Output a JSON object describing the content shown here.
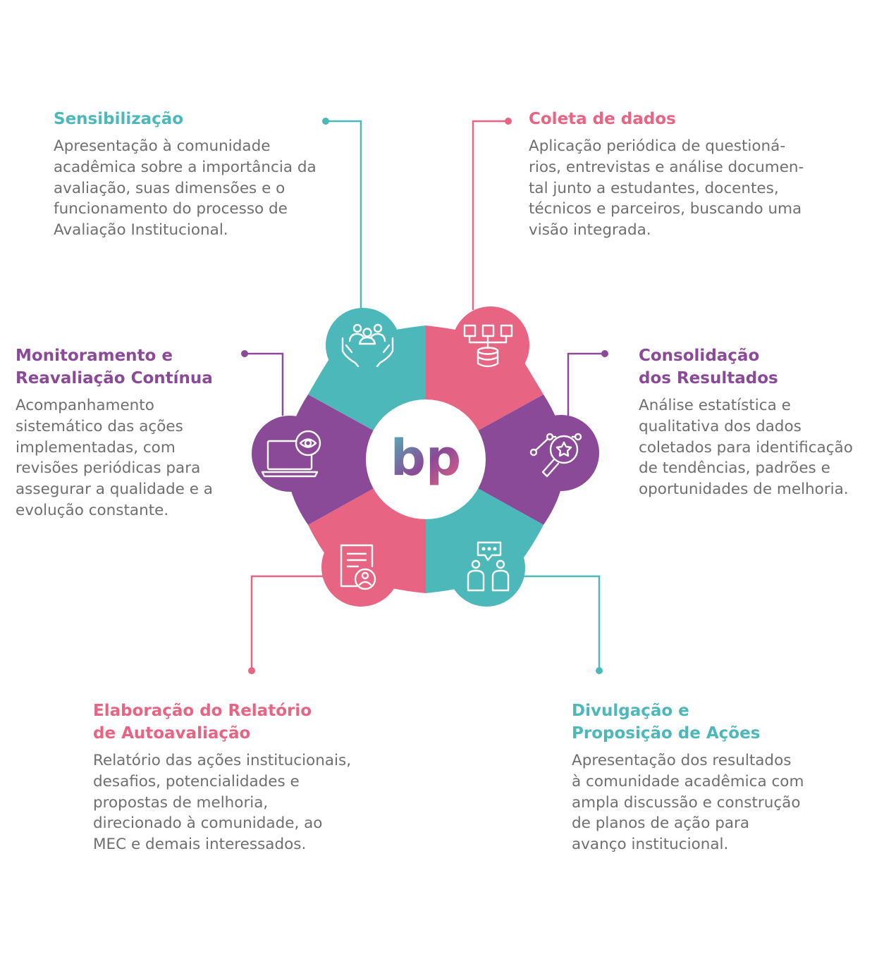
{
  "colors": {
    "teal": "#4db8ba",
    "pink": "#e76482",
    "purple": "#8a4a97",
    "text": "#6f6f6f"
  },
  "center_logo": {
    "text": "bp",
    "icon": "bp-logo-icon"
  },
  "steps": [
    {
      "id": "sensibilizacao",
      "title": "Sensibilização",
      "description": "Apresentação à comunidade\nacadêmica sobre a importância da\navaliação, suas dimensões e o\nfuncionamento do processo de\nAvaliação Institucional.",
      "icon": "community-hands-icon",
      "color": "#4db8ba"
    },
    {
      "id": "coleta",
      "title": "Coleta de dados",
      "description": "Aplicação periódica de questioná-\nrios, entrevistas e análise documen-\ntal junto a estudantes, docentes,\ntécnicos e parceiros, buscando uma\nvisão integrada.",
      "icon": "database-hierarchy-icon",
      "color": "#e76482"
    },
    {
      "id": "consolidacao",
      "title": "Consolidação\ndos Resultados",
      "description": "Análise estatística e\nqualitativa dos dados\ncoletados para identificação\nde tendências, padrões e\noportunidades de melhoria.",
      "icon": "magnifier-analytics-icon",
      "color": "#8a4a97"
    },
    {
      "id": "divulgacao",
      "title": "Divulgação e\nProposição de Ações",
      "description": "Apresentação dos resultados\nà comunidade acadêmica com\nampla discussão e construção\nde planos de ação para\navanço institucional.",
      "icon": "discussion-people-icon",
      "color": "#4db8ba"
    },
    {
      "id": "elaboracao",
      "title": "Elaboração do Relatório\nde Autoavaliação",
      "description": "Relatório das ações institucionais,\ndesafios, potencialidades e\npropostas de melhoria,\ndirecionado à comunidade, ao\nMEC e demais interessados.",
      "icon": "report-document-icon",
      "color": "#e76482"
    },
    {
      "id": "monitoramento",
      "title": "Monitoramento e\nReavaliação Contínua",
      "description": "Acompanhamento\nsistemático das ações\nimplementadas, com\nrevisões periódicas para\nassegurar a qualidade e a\nevolução constante.",
      "icon": "laptop-eye-icon",
      "color": "#8a4a97"
    }
  ]
}
